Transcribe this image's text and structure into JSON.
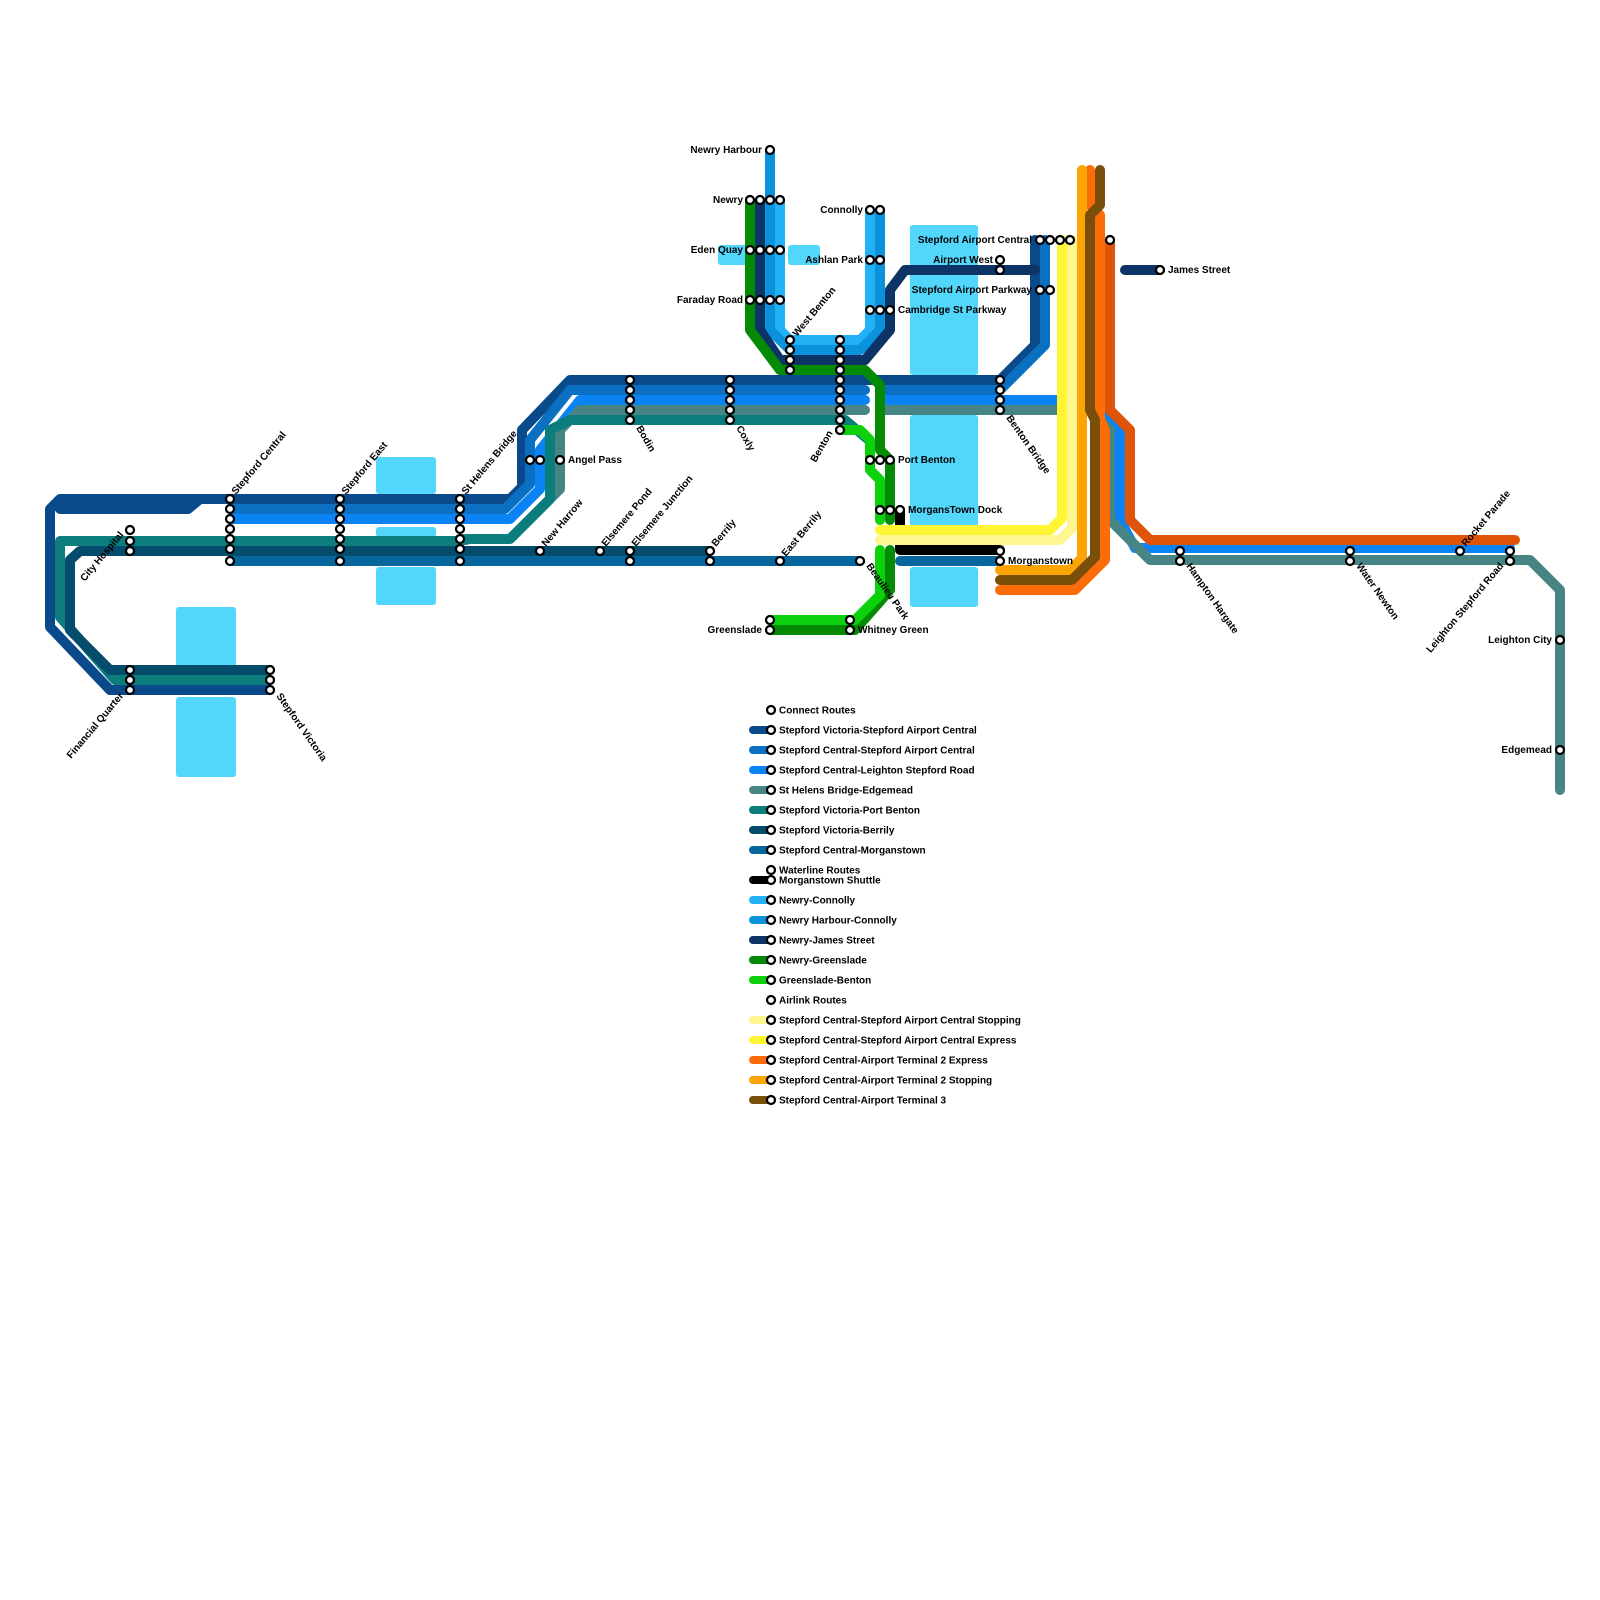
{
  "colors": {
    "water": "#52d6fb",
    "stepford_victoria_airport_central": "#0a4a8a",
    "stepford_central_airport_central": "#0b6fc2",
    "stepford_central_leighton": "#0a84f5",
    "st_helens_edgemead": "#478585",
    "stepford_victoria_port_benton": "#0b7d7d",
    "stepford_victoria_berrily": "#054b6b",
    "stepford_central_morganstown": "#07679c",
    "morganstown_shuttle": "#000000",
    "newry_connolly": "#21b1f4",
    "newry_harbour_connolly": "#0b92dd",
    "newry_james_street": "#0c3466",
    "newry_greenslade": "#058a05",
    "greenslade_benton": "#0cd10c",
    "airport_central_stopping": "#fff68f",
    "airport_central_express": "#fff533",
    "airport_t2_express": "#fc6d0a",
    "airport_t2_stopping": "#fca305",
    "airport_t3": "#7a4f0a",
    "hampton_line": "#e0540a"
  },
  "stations": [
    {
      "id": "newry-harbour",
      "name": "Newry Harbour"
    },
    {
      "id": "newry",
      "name": "Newry"
    },
    {
      "id": "eden-quay",
      "name": "Eden Quay"
    },
    {
      "id": "faraday-road",
      "name": "Faraday Road"
    },
    {
      "id": "west-benton",
      "name": "West Benton"
    },
    {
      "id": "connolly",
      "name": "Connolly"
    },
    {
      "id": "ashlan-park",
      "name": "Ashlan Park"
    },
    {
      "id": "cambridge-st-parkway",
      "name": "Cambridge St Parkway"
    },
    {
      "id": "stepford-airport-central",
      "name": "Stepford Airport Central"
    },
    {
      "id": "airport-west",
      "name": "Airport West"
    },
    {
      "id": "stepford-airport-parkway",
      "name": "Stepford Airport Parkway"
    },
    {
      "id": "james-street",
      "name": "James Street"
    },
    {
      "id": "bodin",
      "name": "Bodin"
    },
    {
      "id": "coxly",
      "name": "Coxly"
    },
    {
      "id": "benton",
      "name": "Benton"
    },
    {
      "id": "benton-bridge",
      "name": "Benton Bridge"
    },
    {
      "id": "angel-pass",
      "name": "Angel Pass"
    },
    {
      "id": "port-benton",
      "name": "Port Benton"
    },
    {
      "id": "morganstown-dock",
      "name": "MorgansTown Dock"
    },
    {
      "id": "st-helens-bridge",
      "name": "St Helens Bridge"
    },
    {
      "id": "stepford-east",
      "name": "Stepford East"
    },
    {
      "id": "stepford-central",
      "name": "Stepford Central"
    },
    {
      "id": "city-hospital",
      "name": "City Hospital"
    },
    {
      "id": "new-harrow",
      "name": "New Harrow"
    },
    {
      "id": "elsemere-pond",
      "name": "Elsemere Pond"
    },
    {
      "id": "elsemere-junction",
      "name": "Elsemere Junction"
    },
    {
      "id": "berrily",
      "name": "Berrily"
    },
    {
      "id": "east-berrily",
      "name": "East Berrily"
    },
    {
      "id": "beaulieu-park",
      "name": "Beaulieu Park"
    },
    {
      "id": "morganstown",
      "name": "Morganstown"
    },
    {
      "id": "hampton-hargate",
      "name": "Hampton Hargate"
    },
    {
      "id": "water-newton",
      "name": "Water Newton"
    },
    {
      "id": "rocket-parade",
      "name": "Rocket Parade"
    },
    {
      "id": "leighton-stepford-road",
      "name": "Leighton Stepford Road"
    },
    {
      "id": "leighton-city",
      "name": "Leighton City"
    },
    {
      "id": "edgemead",
      "name": "Edgemead"
    },
    {
      "id": "greenslade",
      "name": "Greenslade"
    },
    {
      "id": "whitney-green",
      "name": "Whitney Green"
    },
    {
      "id": "financial-quarter",
      "name": "Financial Quarter"
    },
    {
      "id": "stepford-victoria",
      "name": "Stepford Victoria"
    }
  ],
  "legend": [
    {
      "label": "Connect Routes",
      "color": ""
    },
    {
      "label": "Stepford Victoria-Stepford Airport Central",
      "color": "#0a4a8a"
    },
    {
      "label": "Stepford Central-Stepford Airport Central",
      "color": "#0b6fc2"
    },
    {
      "label": "Stepford Central-Leighton Stepford Road",
      "color": "#0a84f5"
    },
    {
      "label": "St Helens Bridge-Edgemead",
      "color": "#478585"
    },
    {
      "label": "Stepford Victoria-Port Benton",
      "color": "#0b7d7d"
    },
    {
      "label": "Stepford Victoria-Berrily",
      "color": "#054b6b"
    },
    {
      "label": "Stepford Central-Morganstown",
      "color": "#07679c"
    },
    {
      "label": "Waterline Routes",
      "color": ""
    },
    {
      "label": "Morganstown Shuttle",
      "color": "#000000"
    },
    {
      "label": "Newry-Connolly",
      "color": "#21b1f4"
    },
    {
      "label": "Newry Harbour-Connolly",
      "color": "#0b92dd"
    },
    {
      "label": "Newry-James Street",
      "color": "#0c3466"
    },
    {
      "label": "Newry-Greenslade",
      "color": "#058a05"
    },
    {
      "label": "Greenslade-Benton",
      "color": "#0cd10c"
    },
    {
      "label": "Airlink Routes",
      "color": ""
    },
    {
      "label": "Stepford Central-Stepford Airport Central Stopping",
      "color": "#fff68f"
    },
    {
      "label": "Stepford Central-Stepford Airport Central Express",
      "color": "#fff533"
    },
    {
      "label": "Stepford Central-Airport Terminal 2 Express",
      "color": "#fc6d0a"
    },
    {
      "label": "Stepford Central-Airport Terminal 2 Stopping",
      "color": "#fca305"
    },
    {
      "label": "Stepford Central-Airport Terminal 3",
      "color": "#7a4f0a"
    }
  ]
}
